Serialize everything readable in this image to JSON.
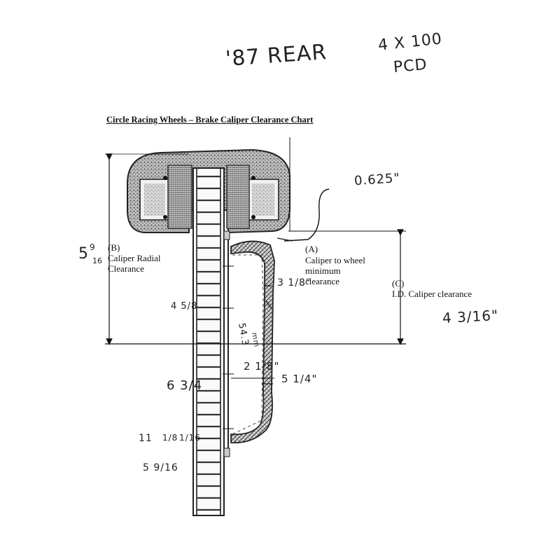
{
  "header_notes": {
    "model_year_rear": "'87 REAR",
    "bolt_pattern_line1": "4 X 100",
    "bolt_pattern_line2": "PCD"
  },
  "title": "Circle Racing Wheels – Brake Caliper Clearance Chart",
  "labels": {
    "b_letter": "(B)",
    "b_line1": "Caliper Radial",
    "b_line2": "Clearance",
    "a_letter": "(A)",
    "a_line1": "Caliper to wheel",
    "a_line2": "minimum",
    "a_line3": "clearance",
    "c_letter": "(C)",
    "c_line1": "I.D. Caliper clearance"
  },
  "handwritten": {
    "a_value": "0.625\"",
    "b_value_whole": "5",
    "b_value_num": "9",
    "b_value_den": "16",
    "c_value": "4 3/16\"",
    "dim_3_1_8": "3 1/8\"",
    "dim_4_5_8": "4 5/8",
    "dim_54_3": "54.3",
    "dim_mm": "mm",
    "dim_2_1_8": "2 1/8\"",
    "dim_5_1_4": "5 1/4\"",
    "dim_6_3_4": "6 3/4",
    "note_11": "11",
    "note_1_8": "1/8",
    "note_1_16": "1/16",
    "note_5_9_16": "5 9/16"
  }
}
